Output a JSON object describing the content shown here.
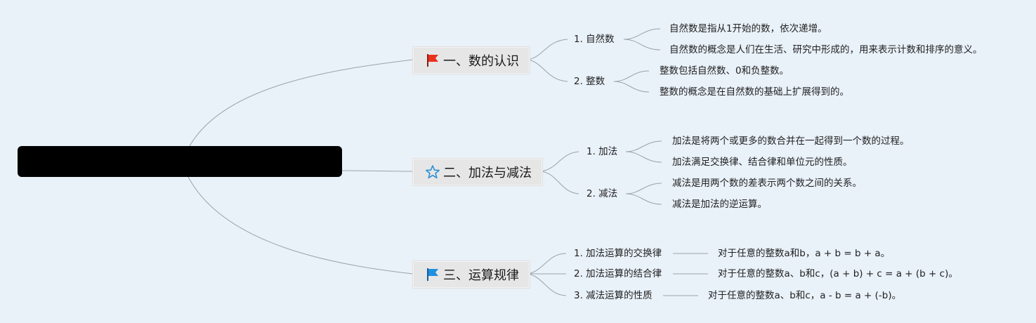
{
  "root": {
    "label": ""
  },
  "topics": [
    {
      "label": "一、数的认识",
      "icon": "red-flag-icon",
      "subs": [
        {
          "label": "1. 自然数",
          "leaves": [
            "自然数是指从1开始的数，依次递增。",
            "自然数的概念是人们在生活、研究中形成的，用来表示计数和排序的意义。"
          ]
        },
        {
          "label": "2. 整数",
          "leaves": [
            "整数包括自然数、0和负整数。",
            "整数的概念是在自然数的基础上扩展得到的。"
          ]
        }
      ]
    },
    {
      "label": "二、加法与减法",
      "icon": "star-outline-icon",
      "subs": [
        {
          "label": "1. 加法",
          "leaves": [
            "加法是将两个或更多的数合并在一起得到一个数的过程。",
            "加法满足交换律、结合律和单位元的性质。"
          ]
        },
        {
          "label": "2. 减法",
          "leaves": [
            "减法是用两个数的差表示两个数之间的关系。",
            "减法是加法的逆运算。"
          ]
        }
      ]
    },
    {
      "label": "三、运算规律",
      "icon": "blue-flag-icon",
      "subs": [
        {
          "label": "1. 加法运算的交换律",
          "leaves": [
            "对于任意的整数a和b，a + b = b + a。"
          ]
        },
        {
          "label": "2. 加法运算的结合律",
          "leaves": [
            "对于任意的整数a、b和c，(a + b) + c = a + (b + c)。"
          ]
        },
        {
          "label": "3. 减法运算的性质",
          "leaves": [
            "对于任意的整数a、b和c，a - b = a + (-b)。"
          ]
        }
      ]
    }
  ],
  "colors": {
    "background": "#e9f1f9",
    "line": "#9aa3ab",
    "red_flag": "#e8321e",
    "blue_flag": "#1f8fe0",
    "star": "#2b8fd6"
  }
}
